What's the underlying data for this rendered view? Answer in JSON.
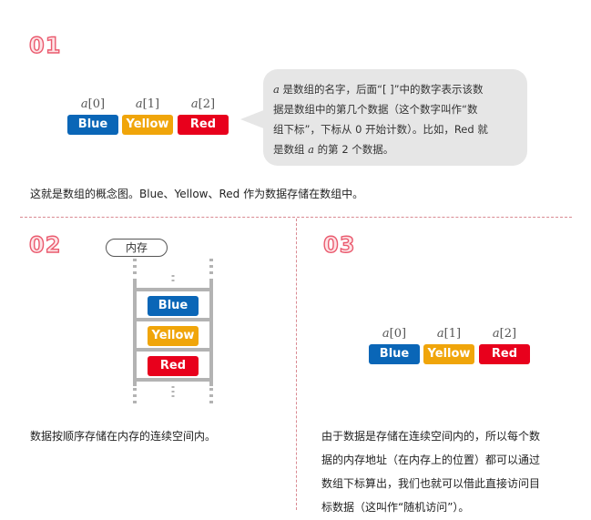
{
  "panel1": {
    "step": "01",
    "array": {
      "index_prefix": "a",
      "indices": [
        "[0]",
        "[1]",
        "[2]"
      ],
      "cells": [
        "Blue",
        "Yellow",
        "Red"
      ]
    },
    "bubble": {
      "lines": [
        [
          {
            "t": "a",
            "i": true
          },
          {
            "t": " 是数组的名字，后面“[ ]”中的数字表示该数"
          }
        ],
        [
          {
            "t": "据是数组中的第几个数据（这个数字叫作“数"
          }
        ],
        [
          {
            "t": "组下标”，下标从 0 开始计数）。比如，Red 就"
          }
        ],
        [
          {
            "t": "是数组 "
          },
          {
            "t": "a",
            "i": true
          },
          {
            "t": " 的第 2 个数据。"
          }
        ]
      ]
    },
    "caption": "这就是数组的概念图。Blue、Yellow、Red 作为数据存储在数组中。"
  },
  "panel2": {
    "step": "02",
    "memory_label": "内存",
    "cells": [
      "Blue",
      "Yellow",
      "Red"
    ],
    "caption": "数据按顺序存储在内存的连续空间内。"
  },
  "panel3": {
    "step": "03",
    "array": {
      "index_prefix": "a",
      "indices": [
        "[0]",
        "[1]",
        "[2]"
      ],
      "cells": [
        "Blue",
        "Yellow",
        "Red"
      ]
    },
    "caption_lines": [
      "由于数据是存储在连续空间内的，所以每个数",
      "据的内存地址（在内存上的位置）都可以通过",
      "数组下标算出，我们也就可以借此直接访问目",
      "标数据（这叫作“随机访问”）。"
    ]
  },
  "colors": {
    "blue": "#0a66b7",
    "yellow": "#f0a50a",
    "red": "#e8001c",
    "accent": "#ea5a6e",
    "rail": "#b3b3b3",
    "bubble": "#e6e6e6"
  }
}
